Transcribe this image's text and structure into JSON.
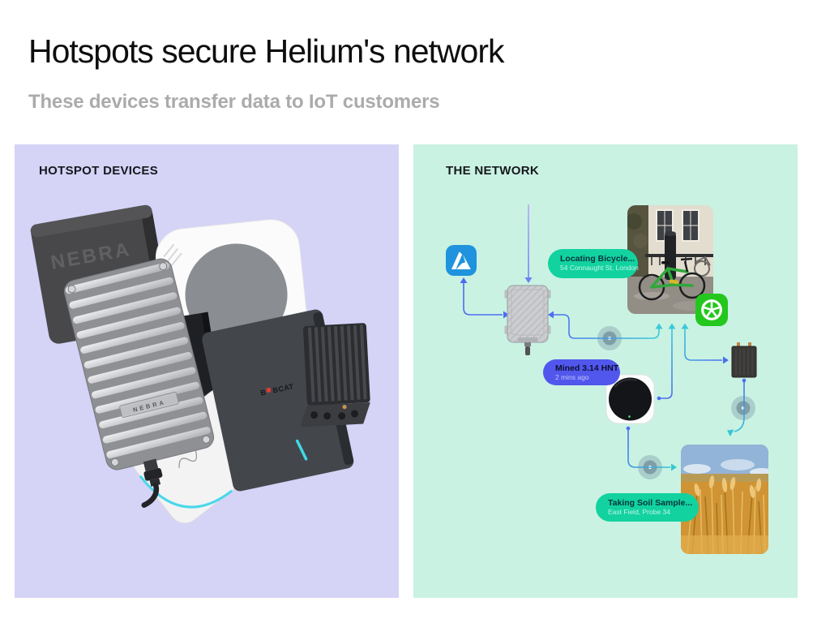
{
  "header": {
    "title": "Hotspots secure Helium's network",
    "subtitle": "These devices transfer data to IoT customers"
  },
  "panels": {
    "devices": {
      "heading": "HOTSPOT DEVICES",
      "labels": {
        "antenna_brand": "NEBRA",
        "enclosure_brand": "NEBRA",
        "bobcat_left": "B",
        "bobcat_right": "BCAT"
      }
    },
    "network": {
      "heading": "THE NETWORK",
      "callouts": [
        {
          "title": "Locating Bicycle...",
          "subtitle": "54 Connaught St, London"
        },
        {
          "title": "Mined 3.14 HNT",
          "subtitle": "2 mins ago"
        },
        {
          "title": "Taking Soil Sample...",
          "subtitle": "East Field, Probe 34"
        }
      ],
      "icons": [
        {
          "name": "azure-icon"
        },
        {
          "name": "lime-icon"
        }
      ]
    }
  },
  "colors": {
    "panel_devices_bg": "#d5d3f6",
    "panel_network_bg": "#c9f2e3",
    "callout_teal": "#12d2a0",
    "callout_indigo": "#5157ec",
    "line_blue": "#4c6df1",
    "line_cyan": "#3cc9d9",
    "line_purple": "#b4a8f0",
    "azure_blue": "#1f93dd",
    "lime_green": "#24c71d"
  }
}
